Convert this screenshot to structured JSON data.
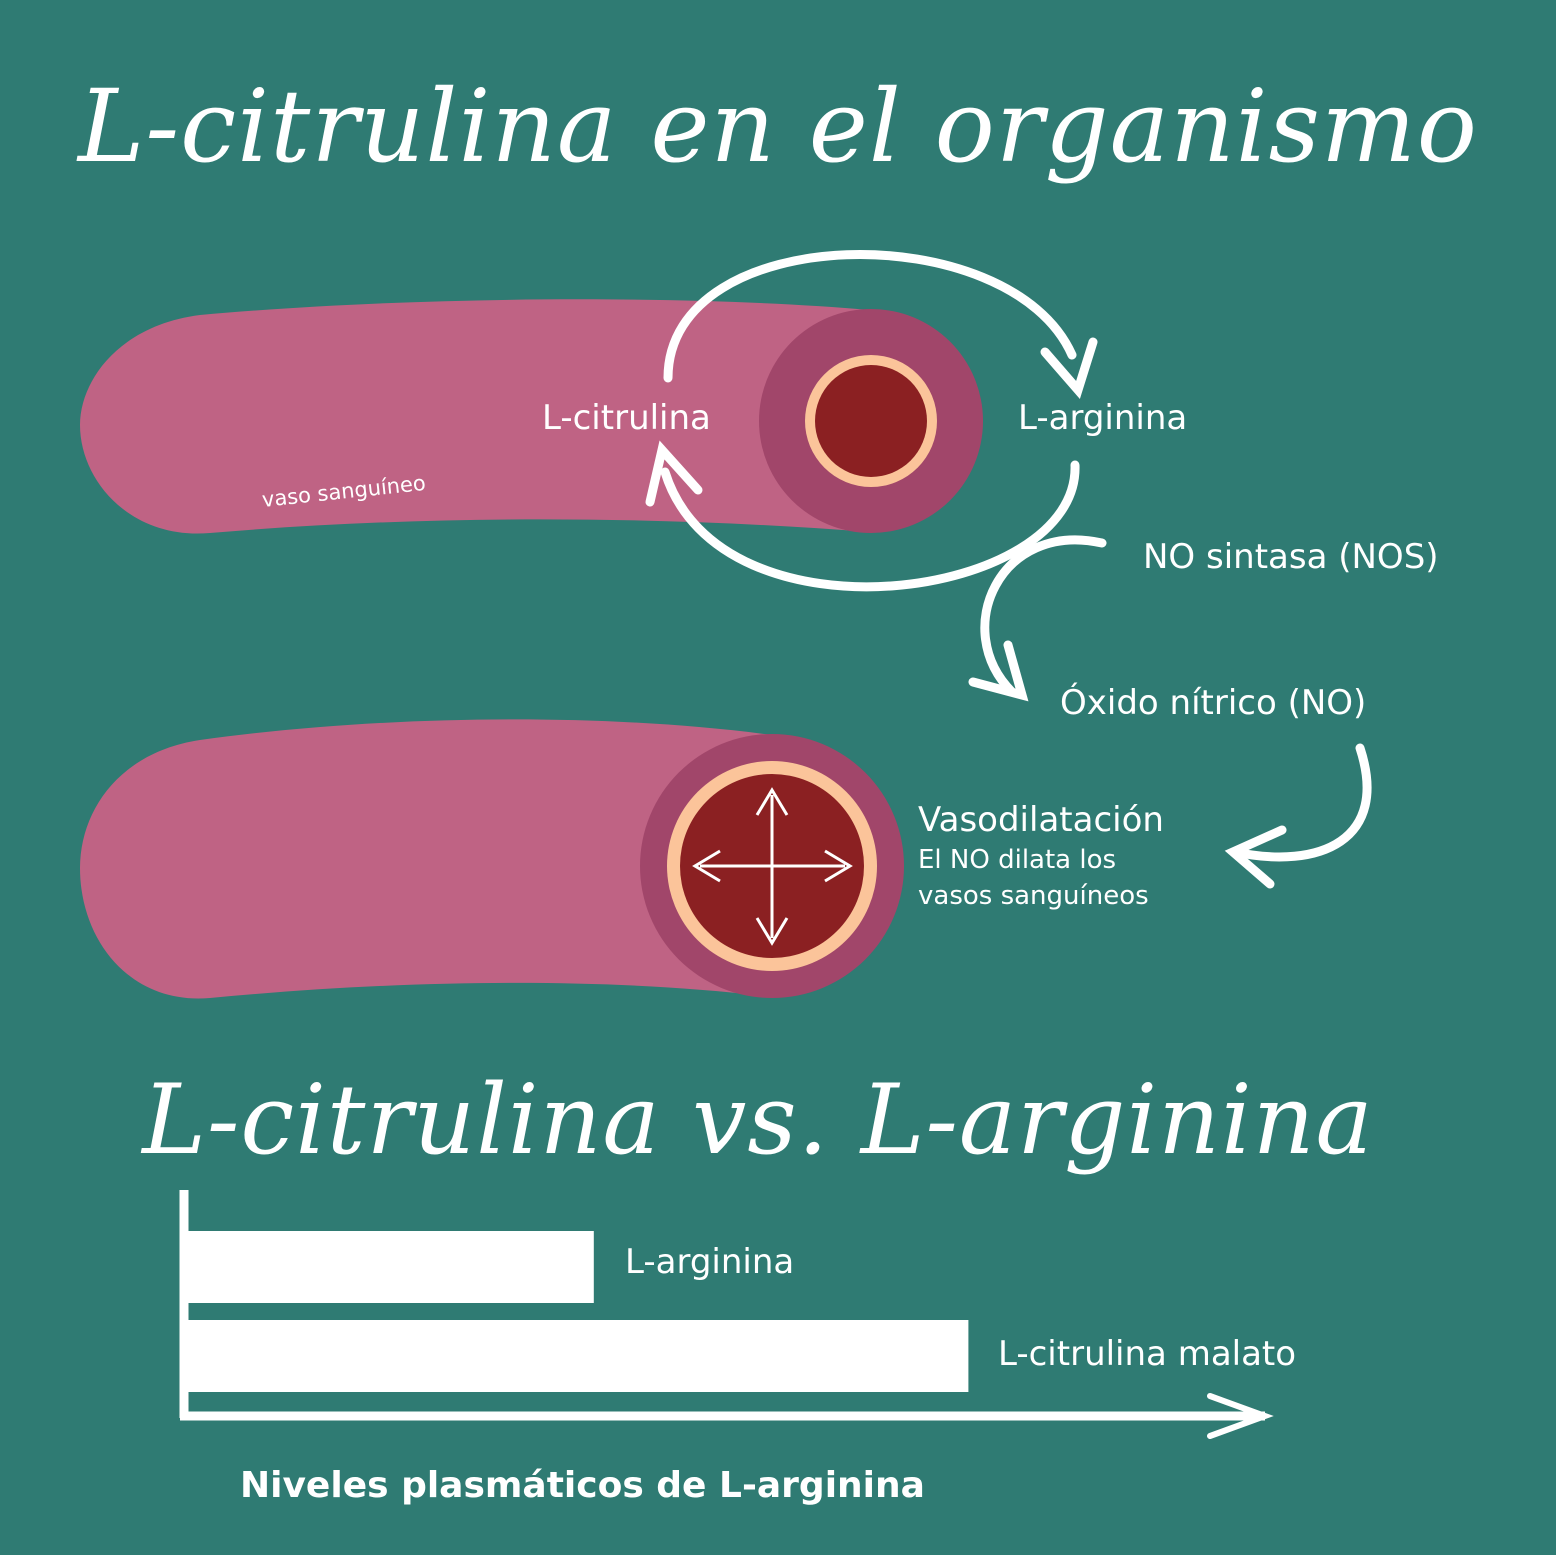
{
  "titles": {
    "main": "L-citrulina en el organismo",
    "comparison": "L-citrulina vs. L-arginina"
  },
  "cycle": {
    "citrulline": "L-citrulina",
    "arginine": "L-arginina",
    "enzyme": "NO sintasa (NOS)",
    "nitric_oxide": "Óxido nítrico (NO)",
    "vessel_label": "vaso sanguíneo"
  },
  "effect": {
    "title": "Vasodilatación",
    "line1": "El NO dilata los",
    "line2": "vasos sanguíneos"
  },
  "colors": {
    "background": "#2f7b73",
    "vessel": "#bf6384",
    "vessel_wall": "#a1466a",
    "lumen_ring": "#fbc49a",
    "lumen": "#8b2022",
    "arrow": "#ffffff"
  },
  "chart_data": {
    "type": "bar",
    "orientation": "horizontal",
    "xlabel": "Niveles plasmáticos de L-arginina",
    "categories": [
      "L-arginina",
      "L-citrulina malato"
    ],
    "values": [
      52,
      100
    ],
    "xlim": [
      0,
      138
    ],
    "grid": false,
    "legend": "none"
  }
}
